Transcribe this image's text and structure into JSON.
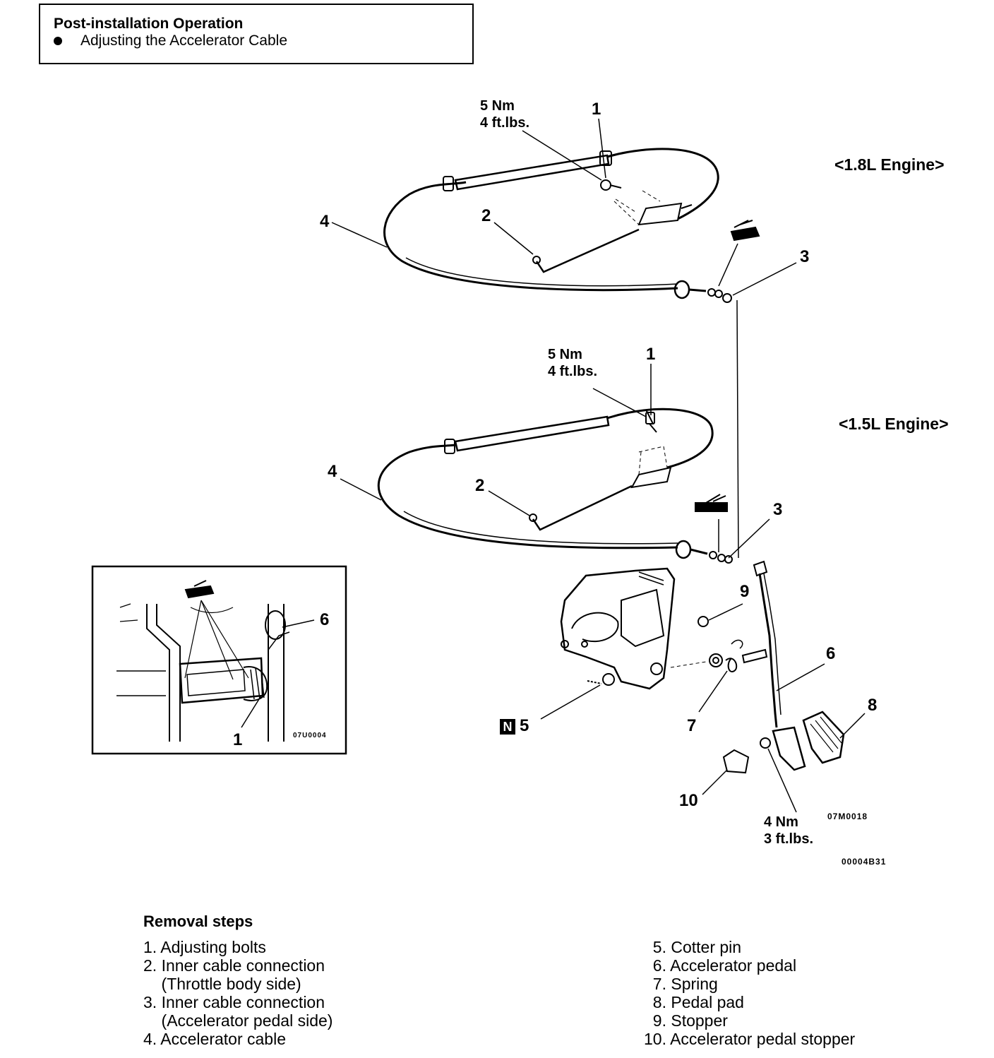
{
  "header": {
    "title": "Post-installation Operation",
    "bullet": "Adjusting the Accelerator Cable"
  },
  "engines": {
    "upper": "<1.8L Engine>",
    "lower": "<1.5L Engine>"
  },
  "torques": {
    "upper_line1": "5 Nm",
    "upper_line2": "4 ft.lbs.",
    "lower_line1": "5 Nm",
    "lower_line2": "4 ft.lbs.",
    "pedal_line1": "4 Nm",
    "pedal_line2": "3 ft.lbs."
  },
  "callouts": {
    "u1": "1",
    "u2": "2",
    "u3": "3",
    "u4": "4",
    "l1": "1",
    "l2": "2",
    "l3": "3",
    "l4": "4",
    "p5": "5",
    "p6": "6",
    "p7": "7",
    "p8": "8",
    "p9": "9",
    "p10": "10",
    "inset1": "1",
    "inset6": "6",
    "n_badge": "N"
  },
  "codes": {
    "inset": "07U0004",
    "main": "07M0018",
    "figure": "00004B31"
  },
  "removal": {
    "title": "Removal steps",
    "left": [
      "1. Adjusting bolts",
      "2. Inner cable connection",
      "    (Throttle body side)",
      "3. Inner cable connection",
      "    (Accelerator pedal side)",
      "4. Accelerator cable"
    ],
    "right": [
      "  5. Cotter pin",
      "  6. Accelerator pedal",
      "  7. Spring",
      "  8. Pedal pad",
      "  9. Stopper",
      "10. Accelerator pedal stopper"
    ]
  }
}
